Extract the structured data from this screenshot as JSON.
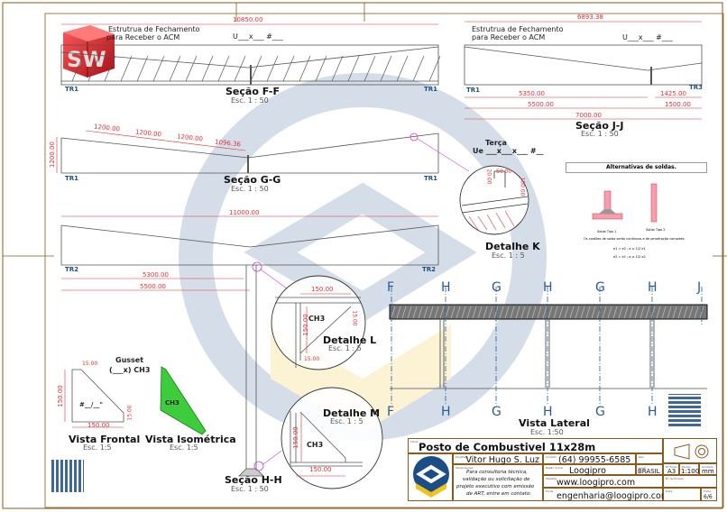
{
  "sheet": {
    "title": "Posto de Combustivel 11x28m",
    "project_author": "Vitor Hugo S. Luz",
    "contact_phone": "(64) 99955-6585",
    "company": "Loogipro",
    "country": "BRASIL",
    "paper_size": "A3",
    "scale": "1:100",
    "unit": "mm",
    "website": "www.loogipro.com",
    "email": "engenharia@loogipro.com",
    "sheet_number": "6/6",
    "observations": [
      "Para consultoria técnica,",
      "validação ou solicitação de",
      "projeto executivo com emissão",
      "de ART, entre em contato:"
    ],
    "labels": {
      "title": "Título",
      "author": "Projetista",
      "contact": "Contato",
      "company": "Razão Social",
      "observations": "Observações",
      "website": "Website",
      "email": "Email",
      "country": "Local",
      "paper": "Nº Folha",
      "scale": "Escala",
      "unit": "Unidade",
      "revision": "Rev.",
      "reference": "Nº de Projeto",
      "date": "Data",
      "sheet": "Folha"
    },
    "colors": {
      "frame": "#8a5a1c",
      "dimension": "#e0303a",
      "section_mark": "#2a5a94",
      "leader": "#d040d0",
      "gusset_green": "#3ccc3c",
      "logo_blue": "#1c4e86",
      "logo_yellow": "#f2c21b"
    }
  },
  "views": {
    "secao_ff": {
      "title": "Seção F-F",
      "scale": "Esc. 1 : 50",
      "annotation_1": "Estrutrua de Fechamento",
      "annotation_2": "para Receber o ACM",
      "profile": "U___x___ #___",
      "dim_total": "10850.00",
      "tag_left": "TR1",
      "tag_right": "TR1"
    },
    "secao_jj": {
      "title": "Seção J-J",
      "scale": "Esc. 1 : 50",
      "annotation_1": "Estrutrua de Fechamento",
      "annotation_2": "para Receber o ACM",
      "profile": "U___x___ #___",
      "dim_top": "6893.38",
      "dim_a": "5350.00",
      "dim_b": "1425.00",
      "dim_c": "5500.00",
      "dim_d": "1500.00",
      "dim_total": "7000.00",
      "tag_left": "TR1",
      "tag_right": "TR3"
    },
    "secao_gg": {
      "title": "Seção G-G",
      "scale": "Esc. 1 : 50",
      "dims": [
        "1200.00",
        "1200.00",
        "1200.00",
        "1096.36"
      ],
      "height": "1200.00",
      "tag_left": "TR1",
      "tag_right": "TR1"
    },
    "secao_hh": {
      "title": "Seção H-H",
      "scale": "Esc. 1 : 50",
      "dim_total": "11000.00",
      "dim_a": "5300.00",
      "dim_b": "5500.00",
      "tag_left": "TR2",
      "tag_right": "TR2"
    },
    "detalhe_k": {
      "title": "Detalhe K",
      "scale": "Esc. 1 : 5",
      "label": "Terça",
      "profile": "Ue ___x___x___ #__",
      "dims": [
        "20.00",
        "50.00",
        "100.00"
      ]
    },
    "detalhe_l": {
      "title": "Detalhe L",
      "scale": "Esc. 1 : 5",
      "part": "CH3",
      "dims": [
        "150.00",
        "150.00",
        "15.00",
        "15.00"
      ]
    },
    "detalhe_m": {
      "title": "Detalhe M",
      "scale": "Esc. 1 : 5",
      "part": "CH3",
      "dims": [
        "150.00",
        "150.00"
      ]
    },
    "gusset": {
      "title_1": "Gusset",
      "title_2": "(___x) CH3",
      "frontal_title": "Vista Frontal",
      "frontal_scale": "Esc. 1:5",
      "iso_title": "Vista Isométrica",
      "iso_scale": "Esc. 1:5",
      "iso_part": "CH3",
      "thickness": "#__/__\"",
      "dims": [
        "15.00",
        "150.00",
        "15.00",
        "150.00"
      ]
    },
    "vista_lateral": {
      "title": "Vista Lateral",
      "scale": "Esc. 1:50",
      "cuts_top": [
        "F",
        "H",
        "G",
        "H",
        "G",
        "H",
        "J"
      ],
      "cuts_bottom": [
        "F",
        "H",
        "G",
        "H",
        "G",
        "H"
      ]
    },
    "soldas": {
      "title": "Alternativas de soldas.",
      "type1": "Solda Tipo 1",
      "type2": "Solda Tipo 2",
      "note": "Os cordões de solda serão contínuos e de penetração completa",
      "formula1": "e1 = e2 ; a ≥ 1/2 e1",
      "formula2": "e2 = e1 ; a ≥ 1/2 e2"
    }
  },
  "logos": {
    "solidworks": "SW"
  }
}
